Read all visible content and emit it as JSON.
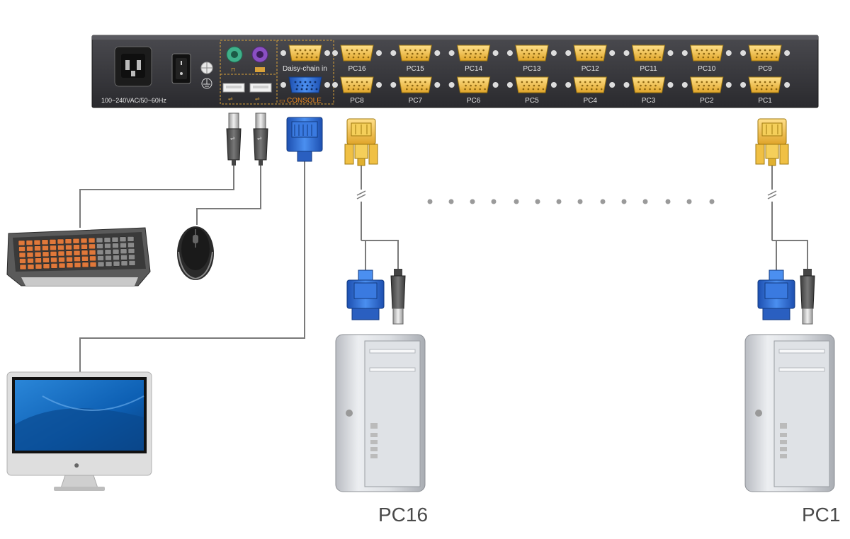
{
  "kvm_panel": {
    "power_spec": "100~240VAC/50~60Hz",
    "daisy_chain_label": "Daisy-chain in",
    "console_label": "CONSOLE",
    "ports_top": [
      "PC16",
      "PC15",
      "PC14",
      "PC13",
      "PC12",
      "PC11",
      "PC10",
      "PC9"
    ],
    "ports_bottom": [
      "PC8",
      "PC7",
      "PC6",
      "PC5",
      "PC4",
      "PC3",
      "PC2",
      "PC1"
    ]
  },
  "computers": [
    {
      "label": "PC16"
    },
    {
      "label": "PC1"
    }
  ],
  "colors": {
    "panel": "#2f2f33",
    "vga_gold": "#f0c044",
    "vga_blue": "#2f6fd1",
    "ps2_green": "#3fb08a",
    "ps2_purple": "#8a4fc2",
    "console_orange": "#f08a1e",
    "cable": "#7a7a7a"
  }
}
